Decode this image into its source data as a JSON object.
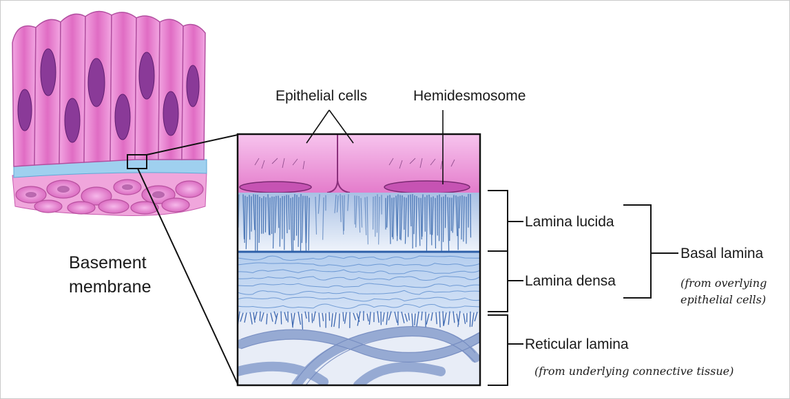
{
  "labels": {
    "epithelial_cells": "Epithelial cells",
    "hemidesmosome": "Hemidesmosome",
    "basement_line1": "Basement",
    "basement_line2": "membrane",
    "lamina_lucida": "Lamina lucida",
    "lamina_densa": "Lamina densa",
    "basal_lamina": "Basal lamina",
    "basal_note_line1": "(from overlying",
    "basal_note_line2": "epithelial cells)",
    "reticular_lamina": "Reticular lamina",
    "reticular_note": "(from underlying connective tissue)"
  },
  "colors": {
    "cell_pink": "#e36fc6",
    "nucleus_purple": "#8a3a98",
    "lucida_blue": "#2c5fa8",
    "densa_blue": "#6a9ad8",
    "reticular_fiber": "#9aaed6",
    "line_black": "#111111"
  }
}
